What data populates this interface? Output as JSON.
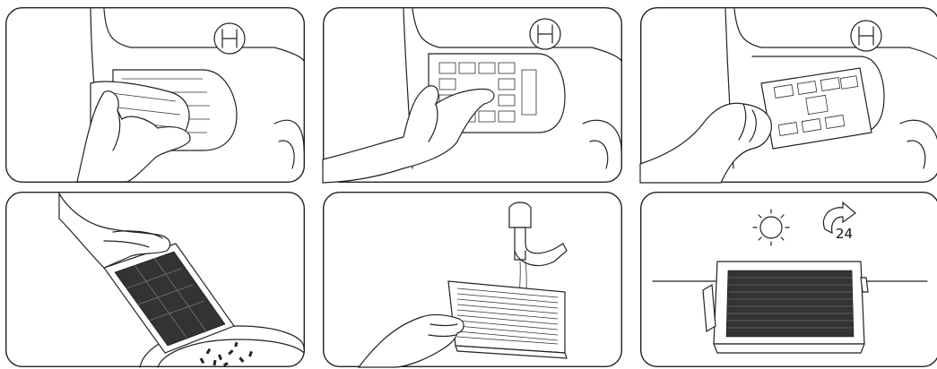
{
  "steps": [
    {
      "id": 1
    },
    {
      "id": 2
    },
    {
      "id": 3
    },
    {
      "id": 4
    },
    {
      "id": 5
    },
    {
      "id": 6,
      "icons": [
        "sun-icon",
        "rotate-arrow-icon"
      ],
      "dry_time_label": "24"
    }
  ]
}
